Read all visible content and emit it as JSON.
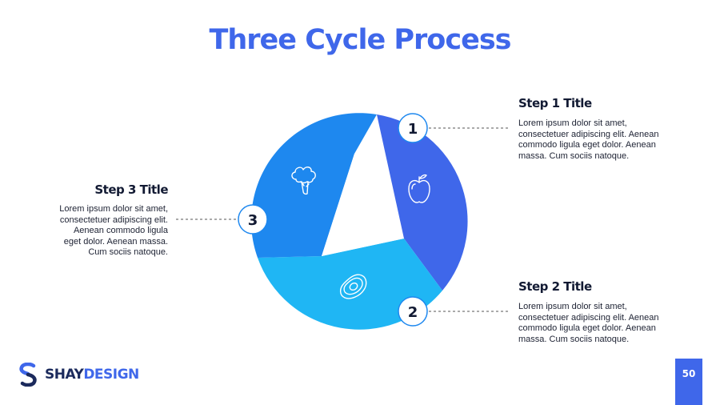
{
  "title": "Three Cycle Process",
  "steps": [
    {
      "number": "1",
      "title": "Step 1 Title",
      "lines": [
        "Lorem ipsum dolor sit amet,",
        "consectetuer adipiscing elit. Aenean",
        "commodo ligula eget dolor. Aenean",
        "massa. Cum sociis natoque."
      ],
      "icon": "apple-icon",
      "color": "#3f67ea"
    },
    {
      "number": "2",
      "title": "Step 2 Title",
      "lines": [
        "Lorem ipsum dolor sit amet,",
        "consectetuer adipiscing elit. Aenean",
        "commodo ligula eget dolor. Aenean",
        "massa. Cum sociis natoque."
      ],
      "icon": "avocado-icon",
      "color": "#1fb6f4"
    },
    {
      "number": "3",
      "title": "Step 3 Title",
      "lines": [
        "Lorem ipsum dolor sit amet,",
        "consectetuer adipiscing elit.",
        "Aenean commodo ligula",
        "eget dolor. Aenean massa.",
        "Cum sociis natoque."
      ],
      "icon": "broccoli-icon",
      "color": "#1e88ef"
    }
  ],
  "brand": {
    "name_part1": "SHAY",
    "name_part2": "DESIGN"
  },
  "page_number": "50",
  "colors": {
    "accent": "#3f67ea",
    "text_dark": "#121a33"
  }
}
